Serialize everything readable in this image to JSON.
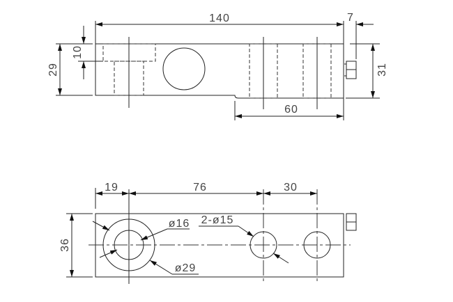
{
  "top_view": {
    "dim_length": "140",
    "dim_connector": "7",
    "dim_height_left": "29",
    "dim_counterbore_depth": "10",
    "dim_height_right": "31",
    "dim_step_length": "60"
  },
  "bottom_view": {
    "dim_first_hole": "19",
    "dim_hole_spacing": "76",
    "dim_mount_spacing": "30",
    "dim_width": "36",
    "label_inner_diameter": "ø16",
    "label_outer_diameter": "ø29",
    "label_mount_holes": "2-ø15"
  }
}
